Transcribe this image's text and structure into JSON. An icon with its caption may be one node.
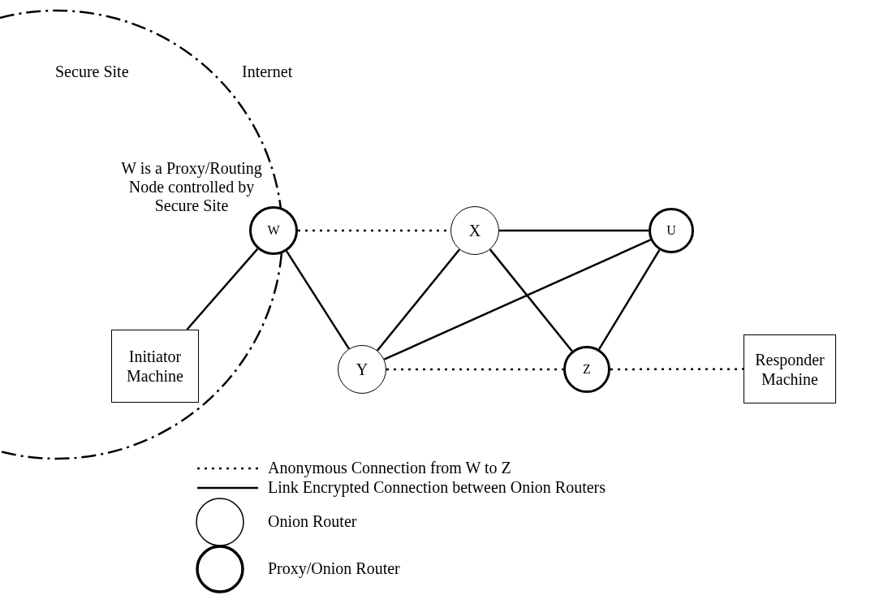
{
  "diagram": {
    "nodes": [
      {
        "text": [
          "W"
        ],
        "beside": [
          "W is a Proxy/Routing Node controlled by Secure Site"
        ]
      },
      {
        "text": [
          "X"
        ]
      },
      {
        "text": [
          "U"
        ]
      },
      {
        "text": [
          "Initiator Machine"
        ]
      },
      {
        "text": [
          "Y"
        ]
      },
      {
        "text": [
          "Z"
        ]
      },
      {
        "text": [
          "Responder Machine"
        ]
      }
    ],
    "edges": [
      {
        "from": 0,
        "to": 1,
        "arrow": "none",
        "style": "dashed"
      },
      {
        "from": 1,
        "to": 2,
        "arrow": "none"
      },
      {
        "from": 0,
        "to": 3,
        "arrow": "none"
      },
      {
        "from": 0,
        "to": 4,
        "arrow": "none"
      },
      {
        "from": 1,
        "to": 4,
        "arrow": "none"
      },
      {
        "from": 4,
        "to": 2,
        "arrow": "none"
      },
      {
        "from": 1,
        "to": 5,
        "arrow": "none"
      },
      {
        "from": 2,
        "to": 5,
        "arrow": "none"
      },
      {
        "from": 4,
        "to": 5,
        "arrow": "none",
        "style": "dashed"
      },
      {
        "from": 5,
        "to": 6,
        "arrow": "none",
        "style": "dashed"
      }
    ],
    "labels": [
      "Secure Site",
      "Internet"
    ],
    "legend": [
      {
        "text": "Anonymous Connection from W to Z"
      },
      {
        "text": "Link Encrypted Connection between Onion Routers"
      },
      {
        "text": "Onion Router"
      },
      {
        "text": "Proxy/Onion Router"
      }
    ]
  }
}
